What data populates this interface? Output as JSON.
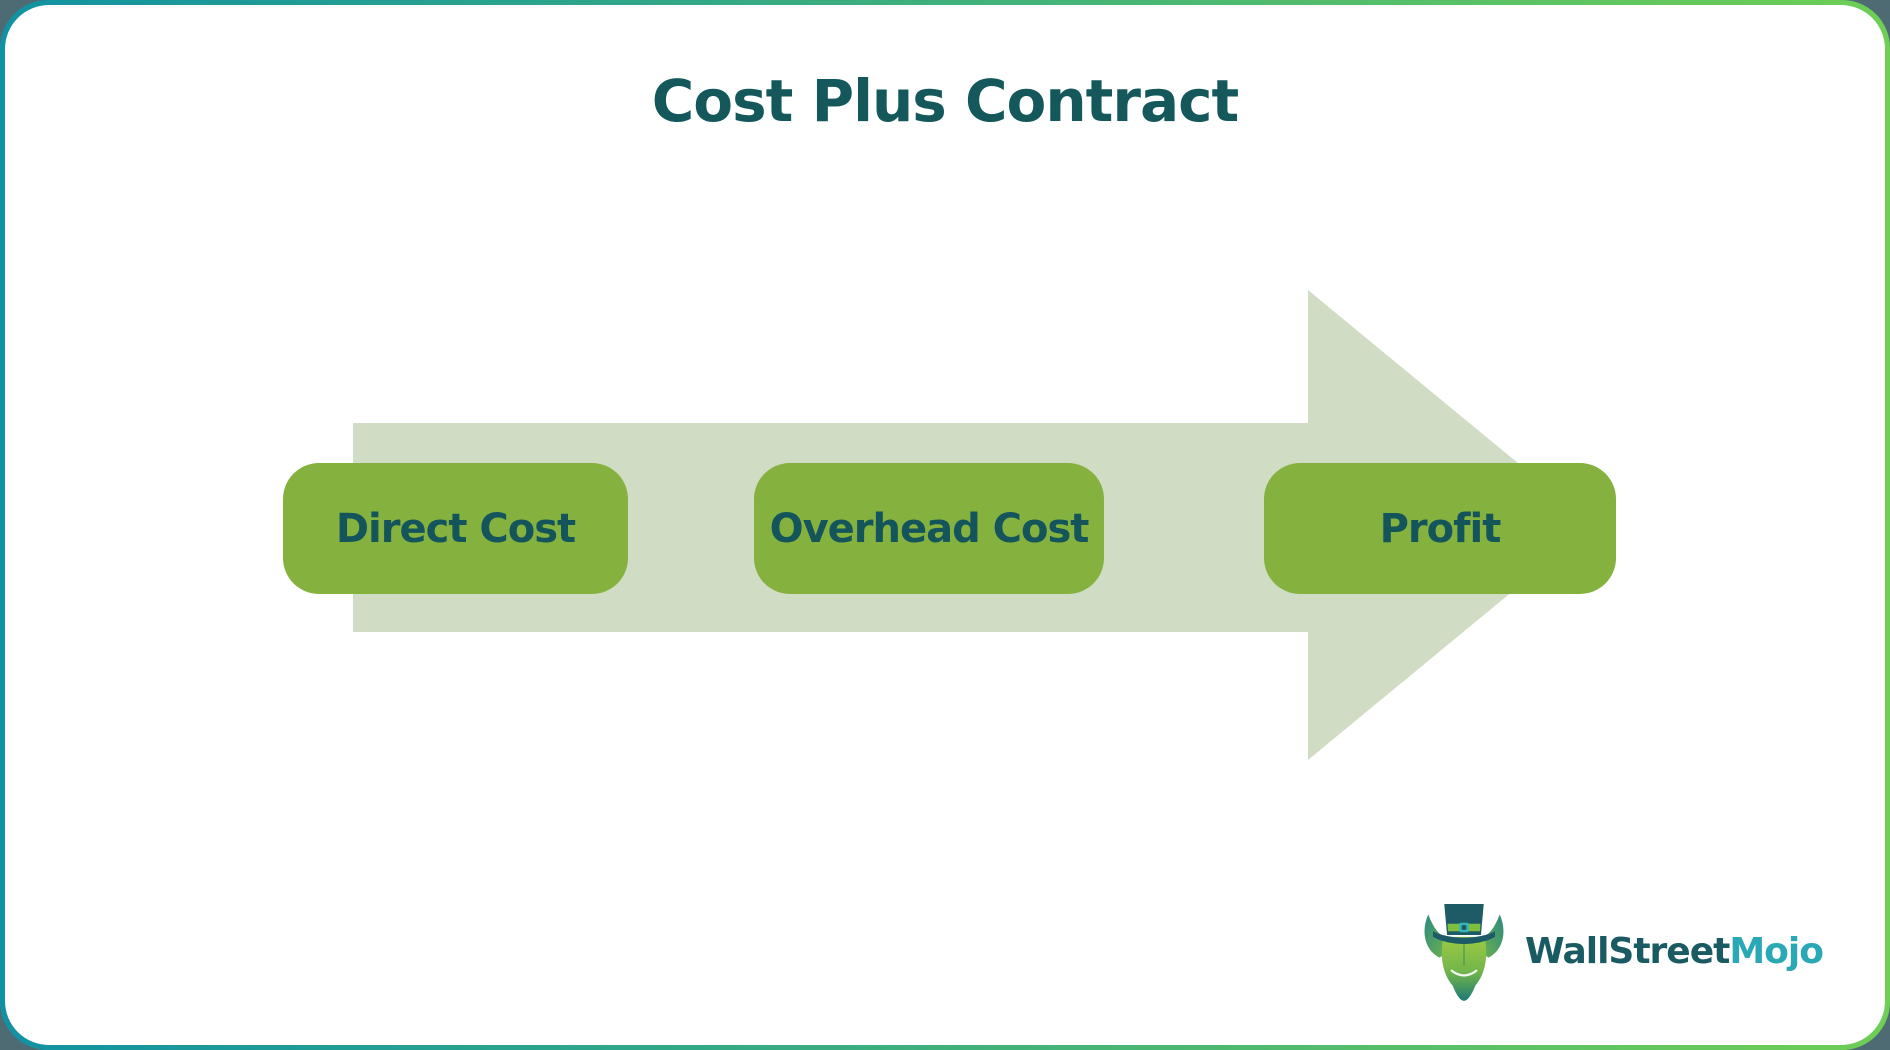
{
  "header": {
    "title": "Cost Plus Contract"
  },
  "diagram": {
    "type": "process-arrow",
    "direction": "left-to-right",
    "steps": [
      {
        "label": "Direct Cost"
      },
      {
        "label": "Overhead Cost"
      },
      {
        "label": "Profit"
      }
    ]
  },
  "branding": {
    "name_part1": "WallStreet",
    "name_part2": "Mojo",
    "mascot": "bull-with-top-hat"
  },
  "colors": {
    "outside_background": "#4e6b73",
    "card_background": "#ffffff",
    "border_gradient_left": "#1192a2",
    "border_gradient_right": "#6ece55",
    "title_text": "#14585c",
    "step_box_fill": "#85b23f",
    "step_text": "#14555c",
    "arrow_fill": "#d1dcc4",
    "logo_text_primary": "#1a5b63",
    "logo_text_accent": "#2ba8b5"
  }
}
